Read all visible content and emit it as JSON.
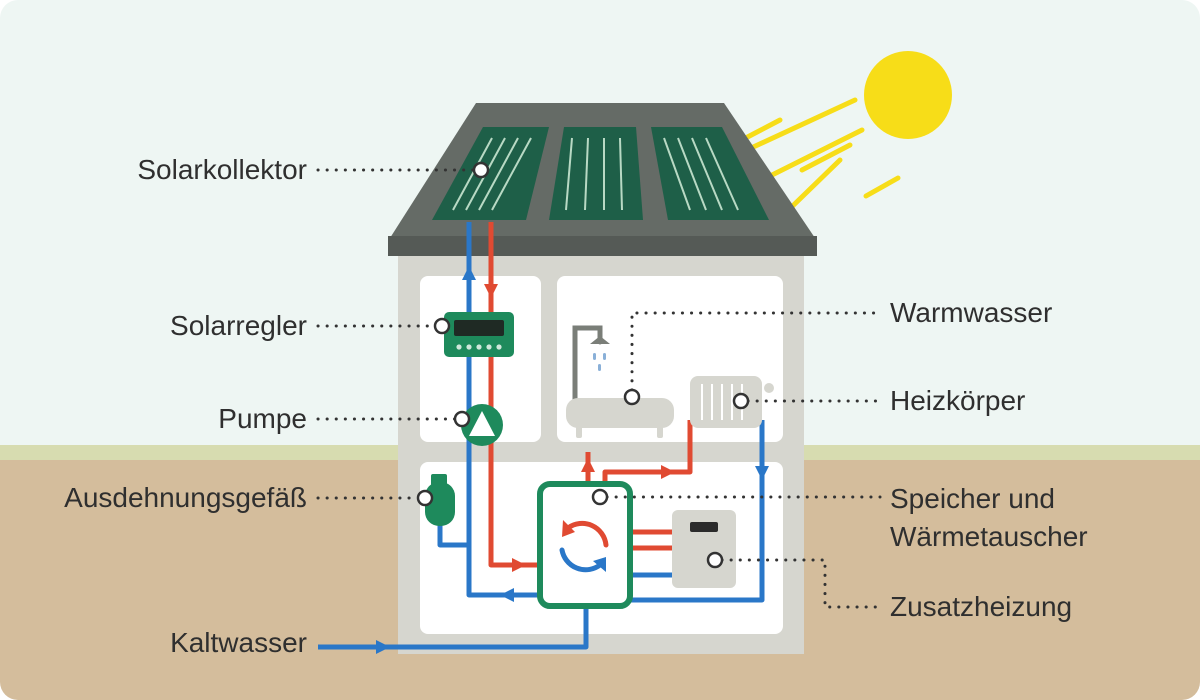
{
  "labels": {
    "solarkollektor": "Solarkollektor",
    "solarregler": "Solarregler",
    "pumpe": "Pumpe",
    "ausdehnungsgefaess": "Ausdehnungsgefäß",
    "kaltwasser": "Kaltwasser",
    "warmwasser": "Warmwasser",
    "heizkoerper": "Heizkörper",
    "speicher_line1": "Speicher und",
    "speicher_line2": "Wärmetauscher",
    "zusatzheizung": "Zusatzheizung"
  },
  "colors": {
    "sky": "#eef6f3",
    "grass": "#d7dcb0",
    "ground": "#d4bd9c",
    "roof": "#656b66",
    "panel": "#1e5f48",
    "house_wall": "#d6d6cf",
    "room": "#ffffff",
    "hot_pipe": "#e04a32",
    "cold_pipe": "#2a77c8",
    "tank_border": "#1e8a5c",
    "sun": "#f7dd18",
    "leader": "#333333"
  }
}
